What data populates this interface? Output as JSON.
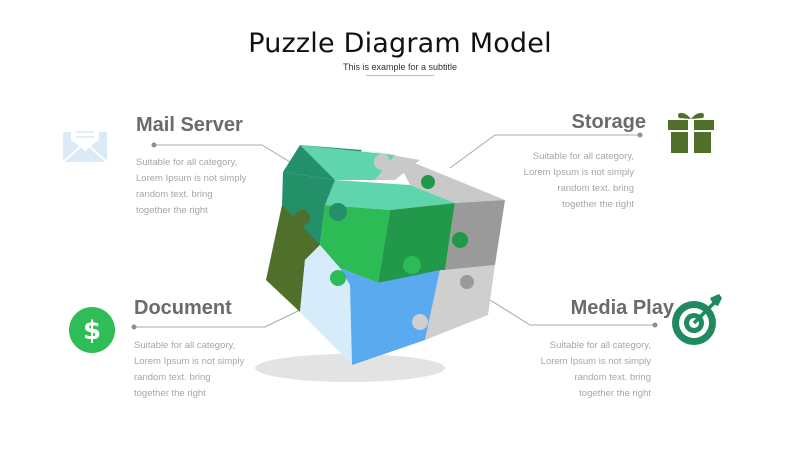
{
  "header": {
    "title": "Puzzle Diagram Model",
    "subtitle": "This is example   for a subtitle"
  },
  "items": [
    {
      "heading": "Mail Server",
      "icon": "mail-icon",
      "icon_color": "#dce9f6",
      "lines": [
        "Suitable for all category,",
        "Lorem Ipsum is not simply",
        "random text. bring",
        "together the right"
      ]
    },
    {
      "heading": "Storage",
      "icon": "gift-icon",
      "icon_color": "#4f6f2a",
      "lines": [
        "Suitable for all category,",
        "Lorem Ipsum is not simply",
        "random text. bring",
        "together the right"
      ]
    },
    {
      "heading": "Document",
      "icon": "dollar-icon",
      "icon_color": "#2fbd57",
      "lines": [
        "Suitable for all category,",
        "Lorem Ipsum is not simply",
        "random text. bring",
        "together the right"
      ]
    },
    {
      "heading": "Media Play",
      "icon": "target-icon",
      "icon_color": "#1f8a5e",
      "lines": [
        "Suitable for all category,",
        "Lorem Ipsum is not simply",
        "random text. bring",
        "together the right"
      ]
    }
  ],
  "cube_colors": {
    "top_dark": "#23906a",
    "top_light": "#5fd4ad",
    "top_grey": "#c9c9c9",
    "left_olive": "#4f6f2a",
    "left_pale": "#d6ecfb",
    "front_green": "#2dbb55",
    "front_blue": "#5aaaf0",
    "right_dgreen": "#22994a",
    "right_grey": "#9a9a9a",
    "right_lgrey": "#cfcfcf"
  }
}
